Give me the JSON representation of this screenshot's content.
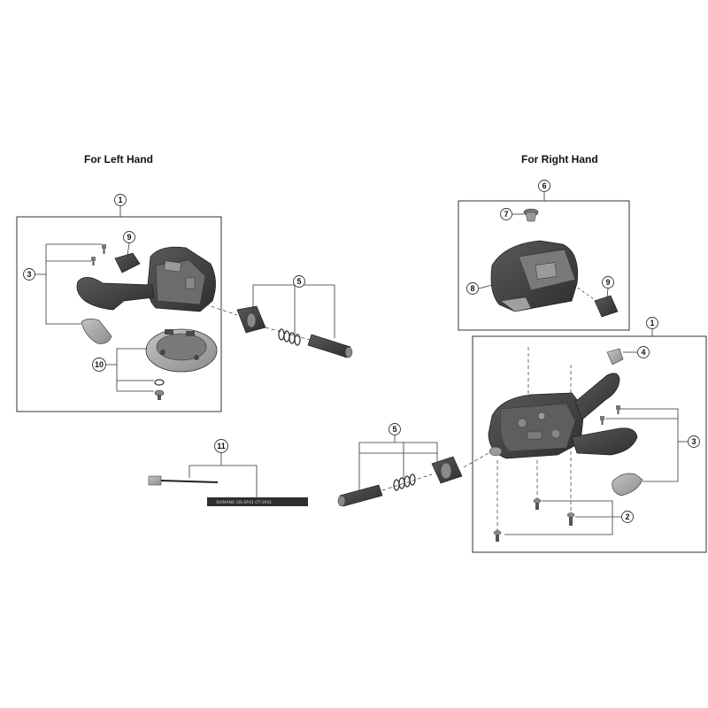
{
  "headings": {
    "left": "For Left Hand",
    "right": "For Right Hand"
  },
  "callouts": {
    "c1": "1",
    "c2": "2",
    "c3": "3",
    "c4": "4",
    "c5": "5",
    "c6": "6",
    "c7": "7",
    "c8": "8",
    "c9": "9",
    "c10": "10",
    "c11": "11"
  },
  "cable_print": "SHIMANO  SIS-SP41  OT-SP41",
  "colors": {
    "part_dark": "#3a3a3a",
    "part_mid": "#6e6e6e",
    "part_light": "#a8a8a8",
    "line": "#333333"
  }
}
